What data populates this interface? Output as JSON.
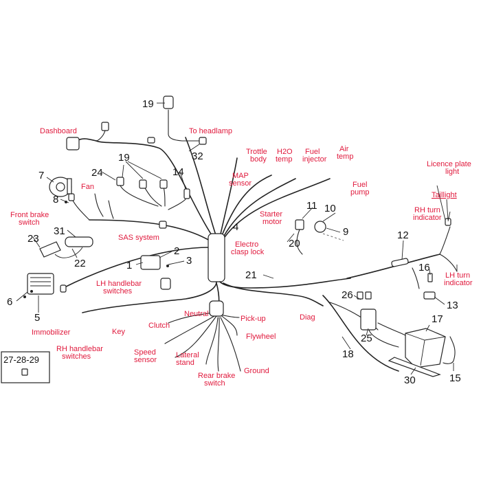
{
  "colors": {
    "label": "#e0193c",
    "line": "#222222",
    "number": "#111111"
  },
  "labels": {
    "dashboard": "Dashboard",
    "to_headlamp": "To headlamp",
    "trottle_body": [
      "Trottle",
      "body"
    ],
    "h2o_temp": [
      "H2O",
      "temp"
    ],
    "fuel_injector": [
      "Fuel",
      "injector"
    ],
    "air_temp": [
      "Air",
      "temp"
    ],
    "fuel_pump": [
      "Fuel",
      "pump"
    ],
    "map_sensor": [
      "MAP",
      "sensor"
    ],
    "fan": "Fan",
    "front_brake_switch": [
      "Front brake",
      "switch"
    ],
    "sas_system": "SAS system",
    "starter_motor": [
      "Starter",
      "motor"
    ],
    "electro_clasp_lock": [
      "Electro",
      "clasp lock"
    ],
    "licence_plate_light": [
      "Licence plate",
      "light"
    ],
    "taillight": "Taillight",
    "rh_turn_indicator": [
      "RH turn",
      "indicator"
    ],
    "lh_turn_indicator": [
      "LH turn",
      "indicator"
    ],
    "lh_handlebar_switches": [
      "LH handlebar",
      "switches"
    ],
    "immobilizer": "Immobilizer",
    "key": "Key",
    "clutch": "Clutch",
    "neutral": "Neutral",
    "pick_up": "Pick-up",
    "flywheel": "Flywheel",
    "diag": "Diag",
    "rh_handlebar_switches": [
      "RH handlebar",
      "switches"
    ],
    "speed_sensor": [
      "Speed",
      "sensor"
    ],
    "lateral_stand": [
      "Lateral",
      "stand"
    ],
    "rear_brake_switch": [
      "Rear brake",
      "switch"
    ],
    "ground": "Ground"
  },
  "numbers": {
    "n1": "1",
    "n2": "2",
    "n3": "3",
    "n4": "4",
    "n5": "5",
    "n6": "6",
    "n7": "7",
    "n8": "8",
    "n9": "9",
    "n10": "10",
    "n11": "11",
    "n12": "12",
    "n13": "13",
    "n14": "14",
    "n15": "15",
    "n16": "16",
    "n17": "17",
    "n18": "18",
    "n19_top": "19",
    "n19_mid": "19",
    "n20": "20",
    "n21": "21",
    "n22": "22",
    "n23": "23",
    "n24": "24",
    "n25": "25",
    "n26": "26",
    "n30": "30",
    "n31": "31",
    "n32": "32"
  },
  "box": {
    "label": "27-28-29"
  }
}
